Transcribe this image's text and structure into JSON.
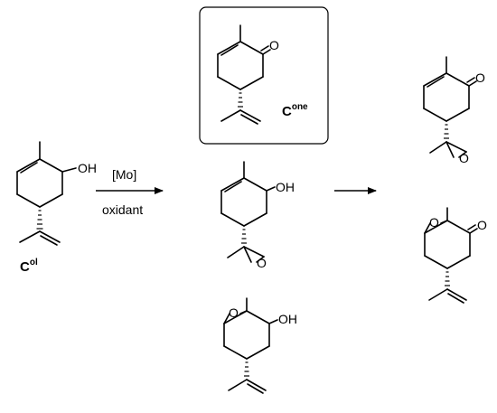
{
  "atoms": {
    "oh": "OH",
    "o": "O"
  },
  "labels": {
    "carveol": {
      "main": "C",
      "sup": "ol"
    },
    "carvone": {
      "main": "C",
      "sup": "one"
    }
  },
  "conditions": {
    "catalyst": "[Mo]",
    "oxidant": "oxidant"
  }
}
